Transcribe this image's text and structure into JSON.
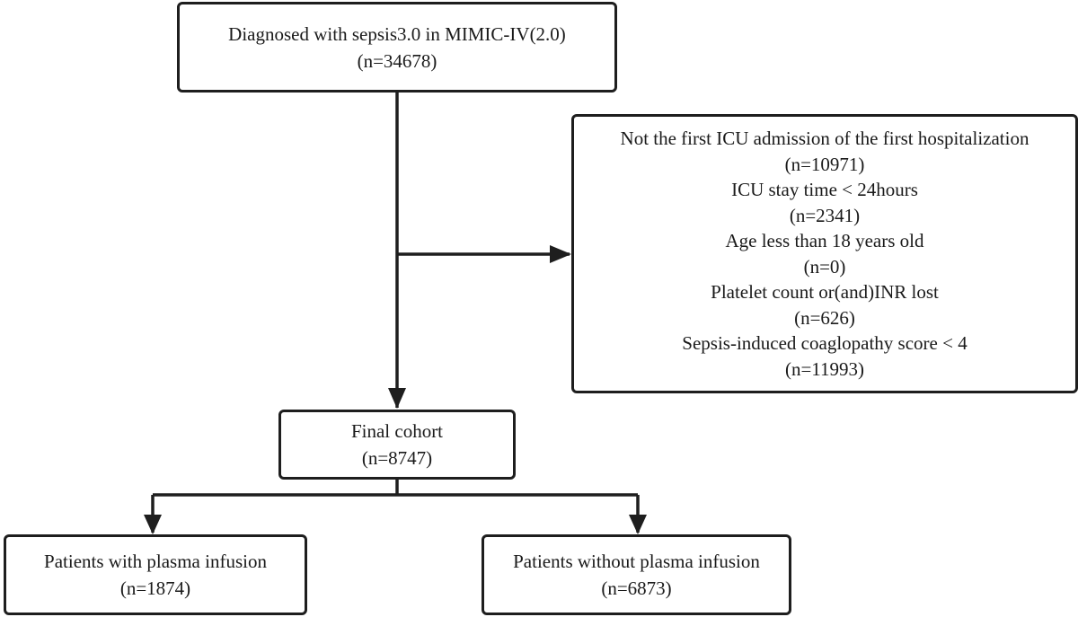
{
  "nodes": {
    "source": {
      "line1": "Diagnosed with sepsis3.0 in MIMIC-IV(2.0)",
      "line2": "(n=34678)"
    },
    "exclusion": {
      "criteria": [
        {
          "label": "Not the first ICU admission of the first hospitalization",
          "count": "(n=10971)"
        },
        {
          "label": "ICU stay time < 24hours",
          "count": "(n=2341)"
        },
        {
          "label": "Age less than 18 years old",
          "count": "(n=0)"
        },
        {
          "label": "Platelet count or(and)INR lost",
          "count": "(n=626)"
        },
        {
          "label": "Sepsis-induced coaglopathy score < 4",
          "count": "(n=11993)"
        }
      ]
    },
    "final": {
      "line1": "Final cohort",
      "line2": "(n=8747)"
    },
    "plasma": {
      "line1": "Patients with plasma infusion",
      "line2": "(n=1874)"
    },
    "no_plasma": {
      "line1": "Patients without plasma infusion",
      "line2": "(n=6873)"
    }
  },
  "colors": {
    "line": "#1e1e1e",
    "background": "#ffffff"
  }
}
